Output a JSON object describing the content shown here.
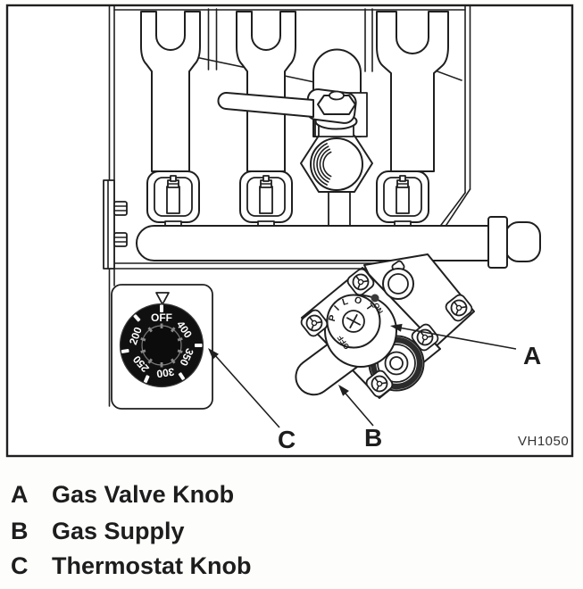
{
  "figure": {
    "code": "VH1050",
    "callouts": {
      "a": "A",
      "b": "B",
      "c": "C"
    }
  },
  "legend": {
    "items": [
      {
        "key": "A",
        "label": "Gas Valve Knob"
      },
      {
        "key": "B",
        "label": "Gas Supply"
      },
      {
        "key": "C",
        "label": "Thermostat Knob"
      }
    ]
  },
  "valve": {
    "knob_text": "PILOT",
    "on_label": "ON",
    "off_label": "OFF"
  },
  "thermostat": {
    "positions": [
      "OFF",
      "400",
      "350",
      "300",
      "250",
      "200"
    ]
  },
  "colors": {
    "line": "#1f1f1f",
    "dial_face": "#101010",
    "dial_text": "#ffffff",
    "paper": "#fdfdfc"
  }
}
